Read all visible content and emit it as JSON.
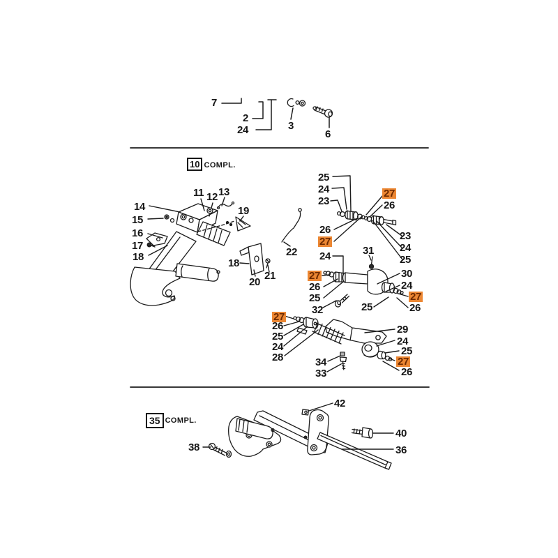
{
  "title": "Exploded parts diagram",
  "colors": {
    "ink": "#1c1c1c",
    "highlight_bg": "#ec8733",
    "highlight_text": "#6d2a00",
    "background": "#ffffff"
  },
  "sections": {
    "group10": {
      "number": "10",
      "suffix": "COMPL."
    },
    "group35": {
      "number": "35",
      "suffix": "COMPL."
    }
  },
  "part_labels": [
    {
      "text": "7",
      "highlighted": false
    },
    {
      "text": "2",
      "highlighted": false
    },
    {
      "text": "24",
      "highlighted": false
    },
    {
      "text": "3",
      "highlighted": false
    },
    {
      "text": "6",
      "highlighted": false
    },
    {
      "text": "11",
      "highlighted": false
    },
    {
      "text": "12",
      "highlighted": false
    },
    {
      "text": "13",
      "highlighted": false
    },
    {
      "text": "14",
      "highlighted": false
    },
    {
      "text": "15",
      "highlighted": false
    },
    {
      "text": "16",
      "highlighted": false
    },
    {
      "text": "17",
      "highlighted": false
    },
    {
      "text": "18",
      "highlighted": false
    },
    {
      "text": "19",
      "highlighted": false
    },
    {
      "text": "18",
      "highlighted": false
    },
    {
      "text": "20",
      "highlighted": false
    },
    {
      "text": "21",
      "highlighted": false
    },
    {
      "text": "22",
      "highlighted": false
    },
    {
      "text": "25",
      "highlighted": false
    },
    {
      "text": "24",
      "highlighted": false
    },
    {
      "text": "23",
      "highlighted": false
    },
    {
      "text": "26",
      "highlighted": false
    },
    {
      "text": "27",
      "highlighted": true
    },
    {
      "text": "24",
      "highlighted": false
    },
    {
      "text": "27",
      "highlighted": true
    },
    {
      "text": "26",
      "highlighted": false
    },
    {
      "text": "23",
      "highlighted": false
    },
    {
      "text": "24",
      "highlighted": false
    },
    {
      "text": "25",
      "highlighted": false
    },
    {
      "text": "31",
      "highlighted": false
    },
    {
      "text": "30",
      "highlighted": false
    },
    {
      "text": "24",
      "highlighted": false
    },
    {
      "text": "27",
      "highlighted": true
    },
    {
      "text": "26",
      "highlighted": false
    },
    {
      "text": "25",
      "highlighted": false
    },
    {
      "text": "26",
      "highlighted": false
    },
    {
      "text": "25",
      "highlighted": false
    },
    {
      "text": "27",
      "highlighted": true
    },
    {
      "text": "32",
      "highlighted": false
    },
    {
      "text": "27",
      "highlighted": true
    },
    {
      "text": "26",
      "highlighted": false
    },
    {
      "text": "25",
      "highlighted": false
    },
    {
      "text": "24",
      "highlighted": false
    },
    {
      "text": "28",
      "highlighted": false
    },
    {
      "text": "29",
      "highlighted": false
    },
    {
      "text": "24",
      "highlighted": false
    },
    {
      "text": "25",
      "highlighted": false
    },
    {
      "text": "27",
      "highlighted": true
    },
    {
      "text": "26",
      "highlighted": false
    },
    {
      "text": "34",
      "highlighted": false
    },
    {
      "text": "33",
      "highlighted": false
    },
    {
      "text": "42",
      "highlighted": false
    },
    {
      "text": "40",
      "highlighted": false
    },
    {
      "text": "36",
      "highlighted": false
    },
    {
      "text": "38",
      "highlighted": false
    }
  ]
}
